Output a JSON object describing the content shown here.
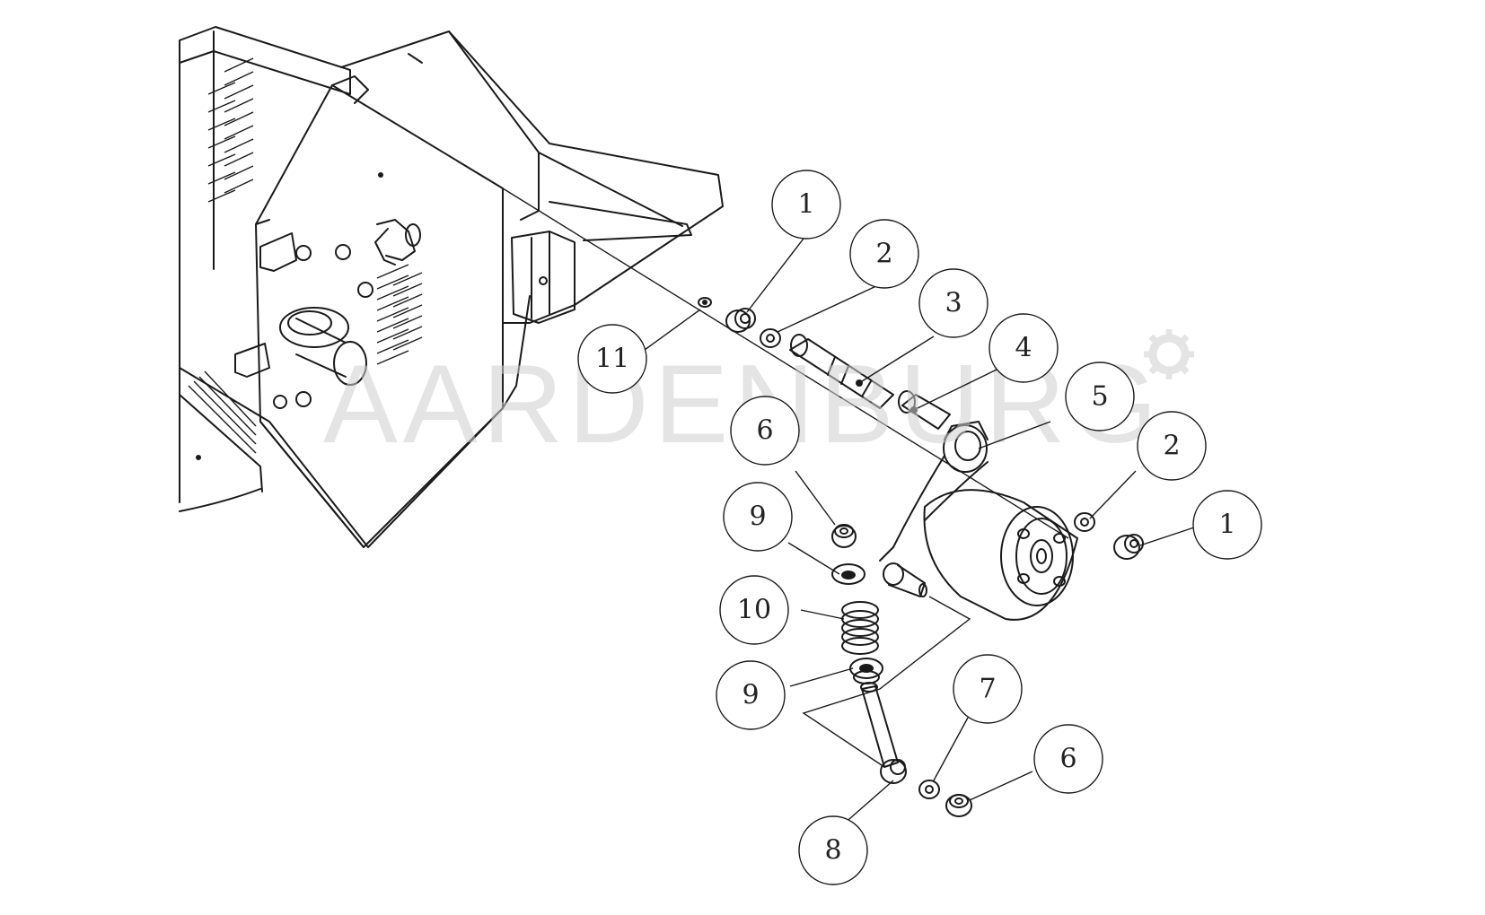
{
  "watermark": {
    "text": "AARDENBURG"
  },
  "callouts": [
    {
      "id": "c-1a",
      "label": "1",
      "part": "nut"
    },
    {
      "id": "c-2a",
      "label": "2",
      "part": "washer"
    },
    {
      "id": "c-3",
      "label": "3",
      "part": "shaft"
    },
    {
      "id": "c-4",
      "label": "4",
      "part": "bushing"
    },
    {
      "id": "c-5",
      "label": "5",
      "part": "tensioner-arm-with-pulley"
    },
    {
      "id": "c-2b",
      "label": "2",
      "part": "washer"
    },
    {
      "id": "c-1b",
      "label": "1",
      "part": "nut"
    },
    {
      "id": "c-11",
      "label": "11",
      "part": "grease-nipple"
    },
    {
      "id": "c-6a",
      "label": "6",
      "part": "nut"
    },
    {
      "id": "c-9a",
      "label": "9",
      "part": "spring-cup"
    },
    {
      "id": "c-10",
      "label": "10",
      "part": "spring"
    },
    {
      "id": "c-9b",
      "label": "9",
      "part": "spring-cup"
    },
    {
      "id": "c-7",
      "label": "7",
      "part": "washer"
    },
    {
      "id": "c-6b",
      "label": "6",
      "part": "nut"
    },
    {
      "id": "c-8",
      "label": "8",
      "part": "eye-bolt"
    }
  ]
}
